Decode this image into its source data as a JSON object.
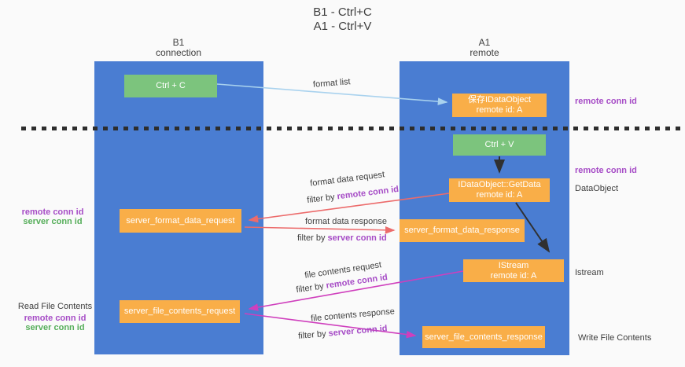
{
  "title": {
    "line1": "B1 - Ctrl+C",
    "line2": "A1 - Ctrl+V"
  },
  "columns": {
    "left": {
      "name": "B1",
      "subtitle": "connection"
    },
    "right": {
      "name": "A1",
      "subtitle": "remote"
    }
  },
  "boxes": {
    "ctrl_c": "Ctrl + C",
    "ctrl_v": "Ctrl + V",
    "save_dataobject": {
      "line1": "保存IDataObject",
      "line2": "remote id: A"
    },
    "getdata": {
      "line1": "IDataObject::GetData",
      "line2": "remote id: A"
    },
    "istream": {
      "line1": "IStream",
      "line2": "remote id: A"
    },
    "format_request": "server_format_data_request",
    "format_response": "server_format_data_response",
    "file_request": "server_file_contents_request",
    "file_response": "server_file_contents_response"
  },
  "arrow_labels": {
    "format_list": "format list",
    "format_data_request": "format data request",
    "filter_remote_1": {
      "prefix": "filter by ",
      "id": "remote conn id"
    },
    "format_data_response": "format data response",
    "filter_server_1": {
      "prefix": "filter by ",
      "id": "server conn id"
    },
    "file_contents_request": "file contents request",
    "filter_remote_2": {
      "prefix": "filter by ",
      "id": "remote conn id"
    },
    "file_contents_response": "file contents response",
    "filter_server_2": {
      "prefix": "filter by ",
      "id": "server conn id"
    }
  },
  "side_labels": {
    "left_remote_1": "remote conn id",
    "left_server_1": "server conn id",
    "read_file_contents": "Read File Contents",
    "left_remote_2": "remote conn id",
    "left_server_2": "server conn id",
    "right_remote_1": "remote conn id",
    "right_remote_2": "remote conn id",
    "dataobject": "DataObject",
    "istream": "Istream",
    "write_file_contents": "Write File Contents"
  },
  "colors": {
    "panel_blue": "#4a7dd2",
    "box_green": "#7cc47d",
    "box_orange": "#f9ae48",
    "arrow_light_blue": "#a9d2ee",
    "arrow_black": "#303030",
    "arrow_salmon": "#ec6b6b",
    "arrow_magenta": "#cf3fbd",
    "label_purple": "#a64cc6",
    "label_green": "#56ae5a"
  }
}
